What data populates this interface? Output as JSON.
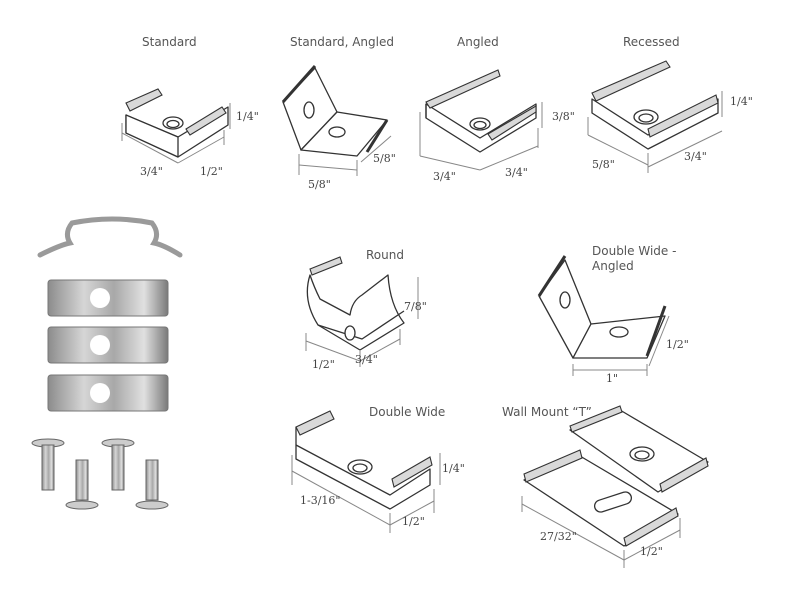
{
  "clips": [
    {
      "name": "Standard",
      "dims": [
        "3/4\"",
        "1/2\"",
        "1/4\""
      ]
    },
    {
      "name": "Standard, Angled",
      "dims": [
        "5/8\"",
        "5/8\""
      ]
    },
    {
      "name": "Angled",
      "dims": [
        "3/4\"",
        "3/4\"",
        "3/8\""
      ]
    },
    {
      "name": "Recessed",
      "dims": [
        "5/8\"",
        "3/4\"",
        "1/4\""
      ]
    },
    {
      "name": "Round",
      "dims": [
        "1/2\"",
        "3/4\"",
        "7/8\""
      ]
    },
    {
      "name": "Double Wide -",
      "name2": "Angled",
      "dims": [
        "1\"",
        "1/2\""
      ]
    },
    {
      "name": "Double Wide",
      "dims": [
        "1-3/16\"",
        "1/2\"",
        "1/4\""
      ]
    },
    {
      "name": "Wall Mount “T”",
      "dims": [
        "27/32\"",
        "1/2\""
      ]
    }
  ],
  "photo": {
    "items": [
      "bent-wire-clip",
      "mounting-clip",
      "mounting-clip",
      "mounting-clip",
      "screw",
      "screw",
      "screw",
      "screw"
    ]
  },
  "colors": {
    "line": "#333333",
    "dim": "#888888",
    "metal": "#b5b5b5"
  }
}
